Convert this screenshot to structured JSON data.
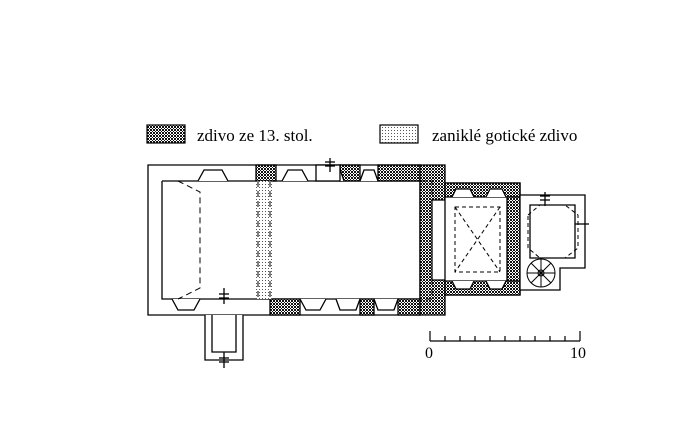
{
  "legend": {
    "items": [
      {
        "label": "zdivo ze 13. stol.",
        "pattern": "dark-stipple"
      },
      {
        "label": "zaniklé gotické zdivo",
        "pattern": "light-stipple"
      }
    ]
  },
  "scale_bar": {
    "start_label": "0",
    "end_label": "10"
  },
  "colors": {
    "ink": "#000000",
    "paper": "#ffffff",
    "dark_wall": "#2a2a2a",
    "light_wall": "#bdbdbd"
  }
}
